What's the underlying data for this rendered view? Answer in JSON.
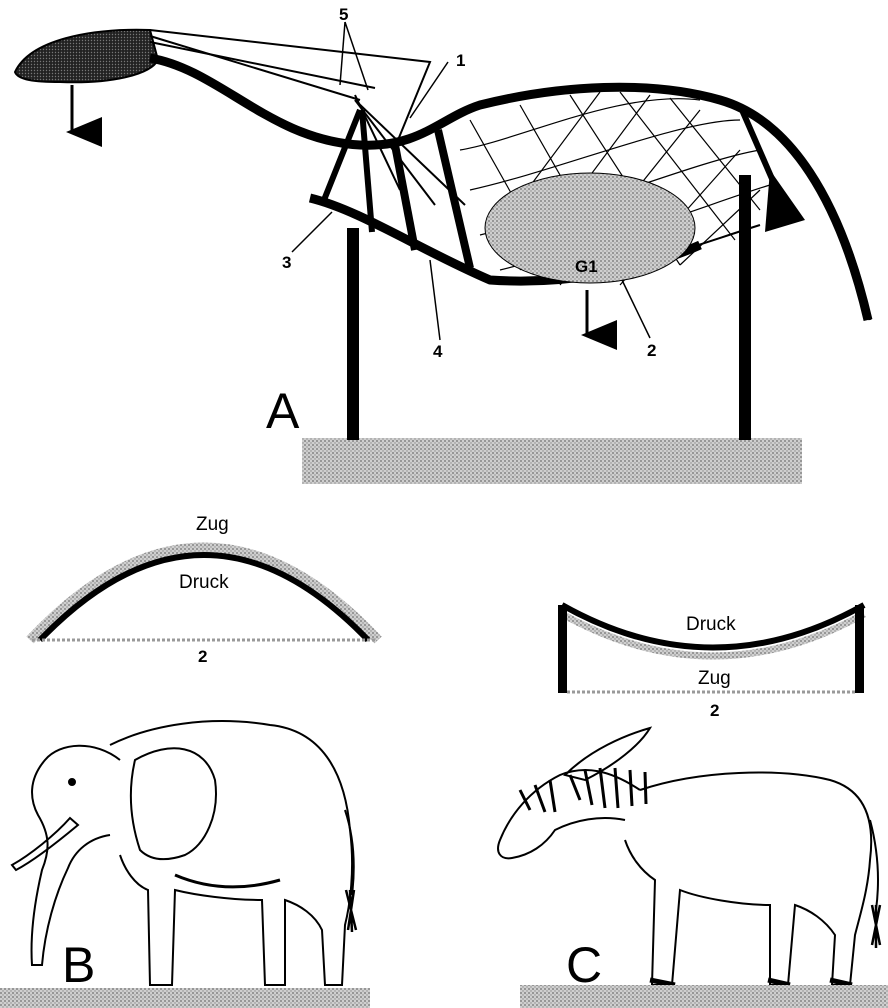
{
  "panel_a": {
    "letter": "A",
    "labels": {
      "l1": "1",
      "l2": "2",
      "l3": "3",
      "l4": "4",
      "l5": "5",
      "g1": "G1"
    }
  },
  "arch_diagram": {
    "top": "Zug",
    "inner": "Druck",
    "number": "2"
  },
  "sag_diagram": {
    "top": "Druck",
    "inner": "Zug",
    "number": "2"
  },
  "panel_b": {
    "letter": "B"
  },
  "panel_c": {
    "letter": "C"
  },
  "colors": {
    "ink": "#000000",
    "stipple": "#9a9a9a",
    "ground": "#bdbdbd"
  }
}
